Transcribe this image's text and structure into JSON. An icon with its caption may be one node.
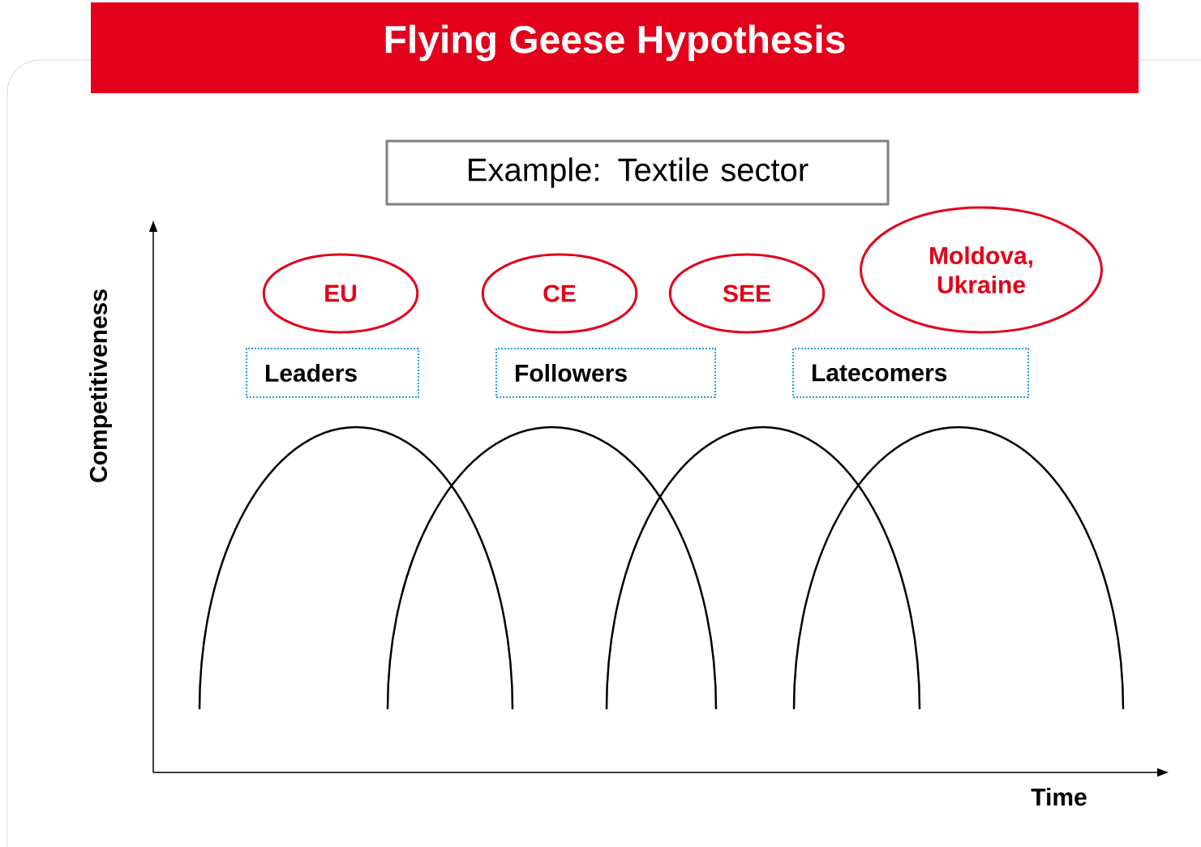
{
  "diagram": {
    "title": "Flying Geese Hypothesis",
    "nodes": [
      {
        "text": [
          "Example: Textile sector"
        ]
      },
      {
        "text": [
          "EU"
        ]
      },
      {
        "text": [
          "CE"
        ]
      },
      {
        "text": [
          "SEE"
        ]
      },
      {
        "text": [
          "Moldova, Ukraine"
        ]
      },
      {
        "text": [
          "Leaders"
        ]
      },
      {
        "text": [
          "Followers"
        ]
      },
      {
        "text": [
          "Latecomers"
        ]
      }
    ],
    "labels": [
      "Competitiveness",
      "Time"
    ]
  }
}
